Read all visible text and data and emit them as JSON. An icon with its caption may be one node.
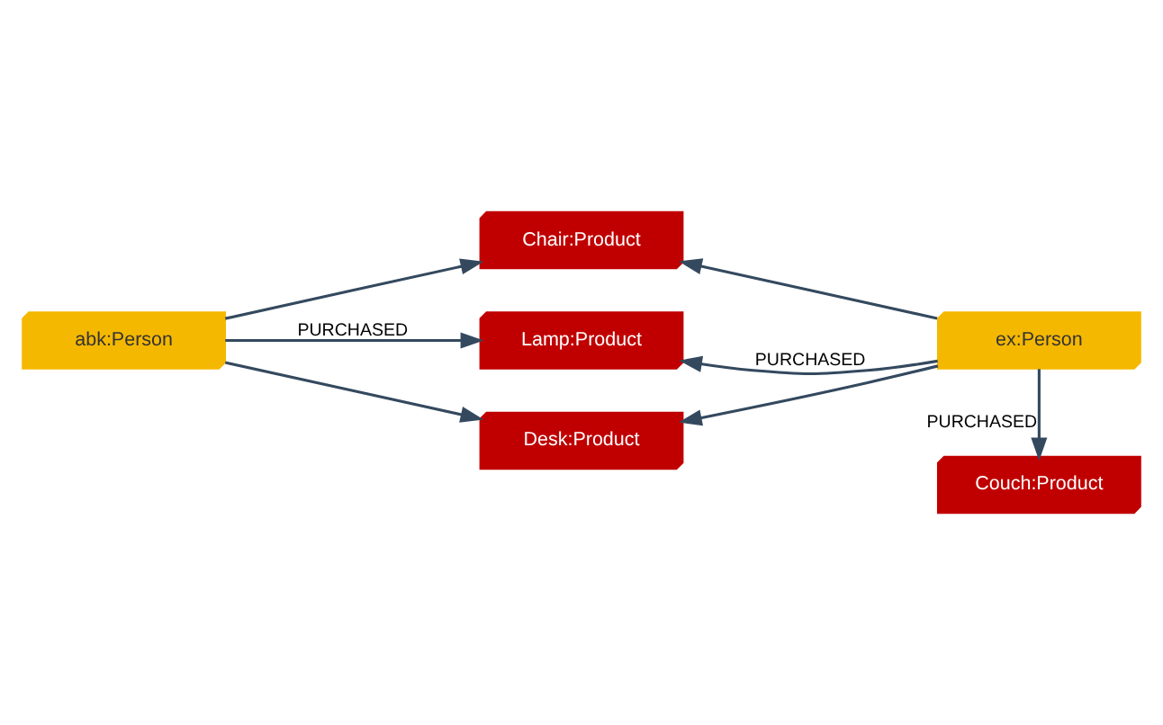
{
  "diagram": {
    "nodes": [
      {
        "text": [
          "abk:Person"
        ]
      },
      {
        "text": [
          "Chair:Product"
        ]
      },
      {
        "text": [
          "Lamp:Product"
        ]
      },
      {
        "text": [
          "Desk:Product"
        ]
      },
      {
        "text": [
          "ex:Person"
        ]
      },
      {
        "text": [
          "Couch:Product"
        ]
      }
    ],
    "edges": [
      {
        "from": 0,
        "to": 1,
        "arrow": "to"
      },
      {
        "from": 0,
        "to": 2,
        "arrow": "to",
        "label": "PURCHASED"
      },
      {
        "from": 0,
        "to": 3,
        "arrow": "to"
      },
      {
        "from": 4,
        "to": 1,
        "arrow": "to"
      },
      {
        "from": 4,
        "to": 2,
        "arrow": "to",
        "label": "PURCHASED"
      },
      {
        "from": 4,
        "to": 3,
        "arrow": "to"
      },
      {
        "from": 4,
        "to": 5,
        "arrow": "to",
        "label": "PURCHASED"
      }
    ]
  }
}
